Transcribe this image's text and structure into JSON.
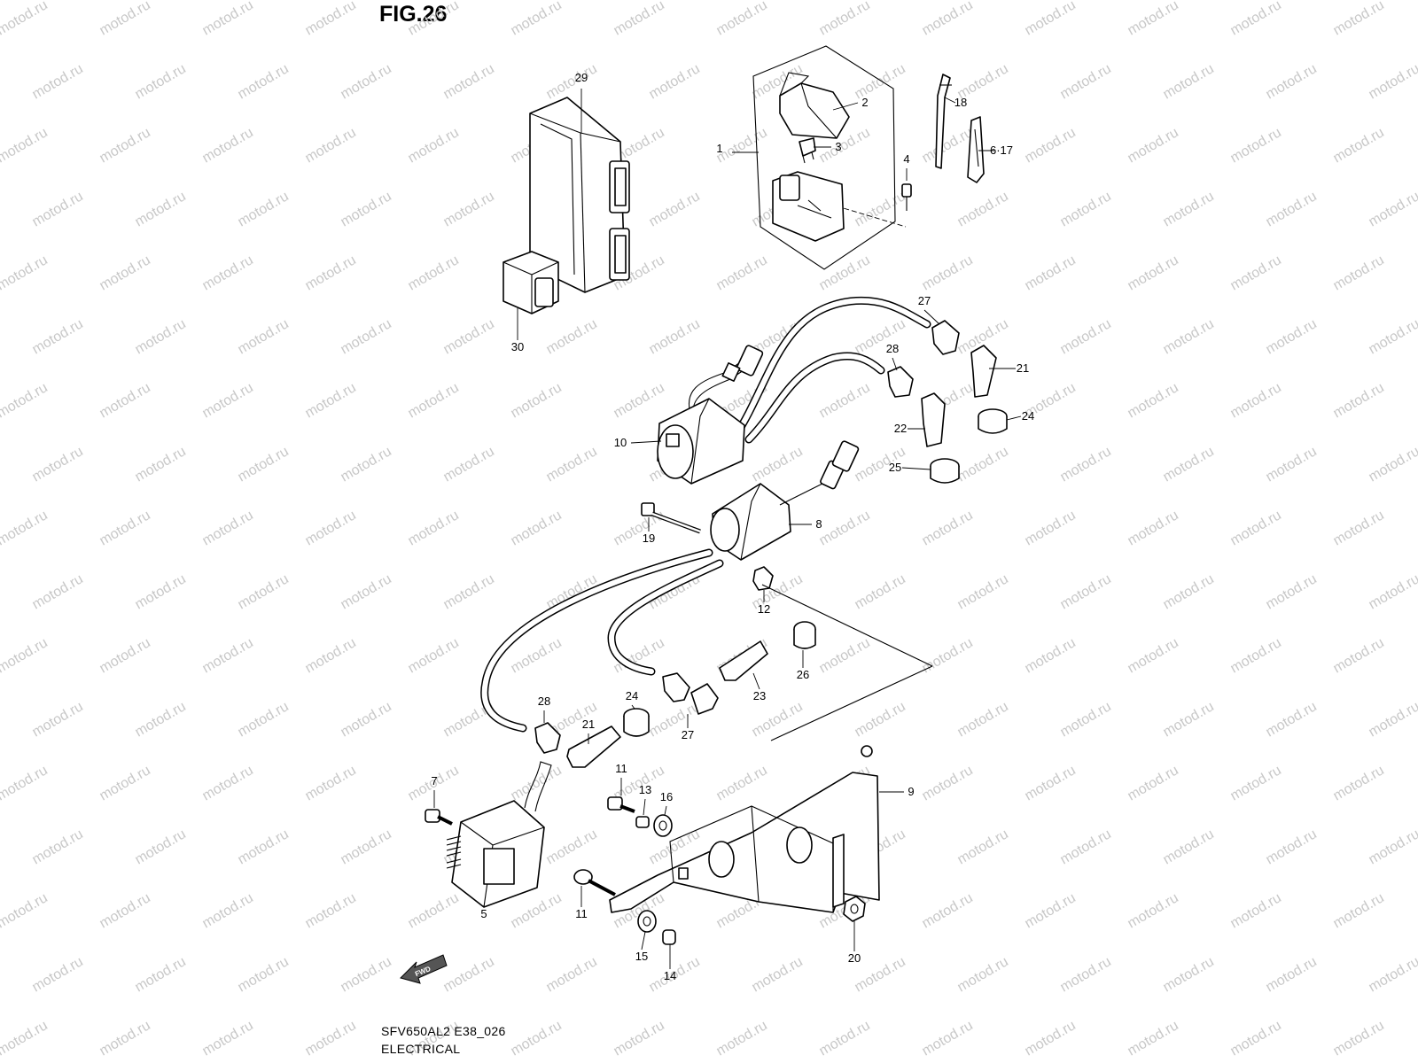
{
  "figure": {
    "title": "FIG.26",
    "model_code": "SFV650AL2 E38_026",
    "section": "ELECTRICAL",
    "direction_label": "FWD",
    "watermark": "motod.ru"
  },
  "callouts": [
    {
      "id": "c29",
      "label": "29"
    },
    {
      "id": "c2",
      "label": "2"
    },
    {
      "id": "c1",
      "label": "1"
    },
    {
      "id": "c3",
      "label": "3"
    },
    {
      "id": "c4",
      "label": "4"
    },
    {
      "id": "c18",
      "label": "18"
    },
    {
      "id": "c6-17",
      "label": "6·17"
    },
    {
      "id": "c30",
      "label": "30"
    },
    {
      "id": "c27a",
      "label": "27"
    },
    {
      "id": "c28a",
      "label": "28"
    },
    {
      "id": "c21a",
      "label": "21"
    },
    {
      "id": "c24a",
      "label": "24"
    },
    {
      "id": "c22",
      "label": "22"
    },
    {
      "id": "c25",
      "label": "25"
    },
    {
      "id": "c10",
      "label": "10"
    },
    {
      "id": "c8",
      "label": "8"
    },
    {
      "id": "c19",
      "label": "19"
    },
    {
      "id": "c12",
      "label": "12"
    },
    {
      "id": "c26",
      "label": "26"
    },
    {
      "id": "c23",
      "label": "23"
    },
    {
      "id": "c28b",
      "label": "28"
    },
    {
      "id": "c24b",
      "label": "24"
    },
    {
      "id": "c21b",
      "label": "21"
    },
    {
      "id": "c27b",
      "label": "27"
    },
    {
      "id": "c7",
      "label": "7"
    },
    {
      "id": "c11a",
      "label": "11"
    },
    {
      "id": "c13",
      "label": "13"
    },
    {
      "id": "c16",
      "label": "16"
    },
    {
      "id": "c9",
      "label": "9"
    },
    {
      "id": "c5",
      "label": "5"
    },
    {
      "id": "c11b",
      "label": "11"
    },
    {
      "id": "c15",
      "label": "15"
    },
    {
      "id": "c14",
      "label": "14"
    },
    {
      "id": "c20",
      "label": "20"
    }
  ]
}
